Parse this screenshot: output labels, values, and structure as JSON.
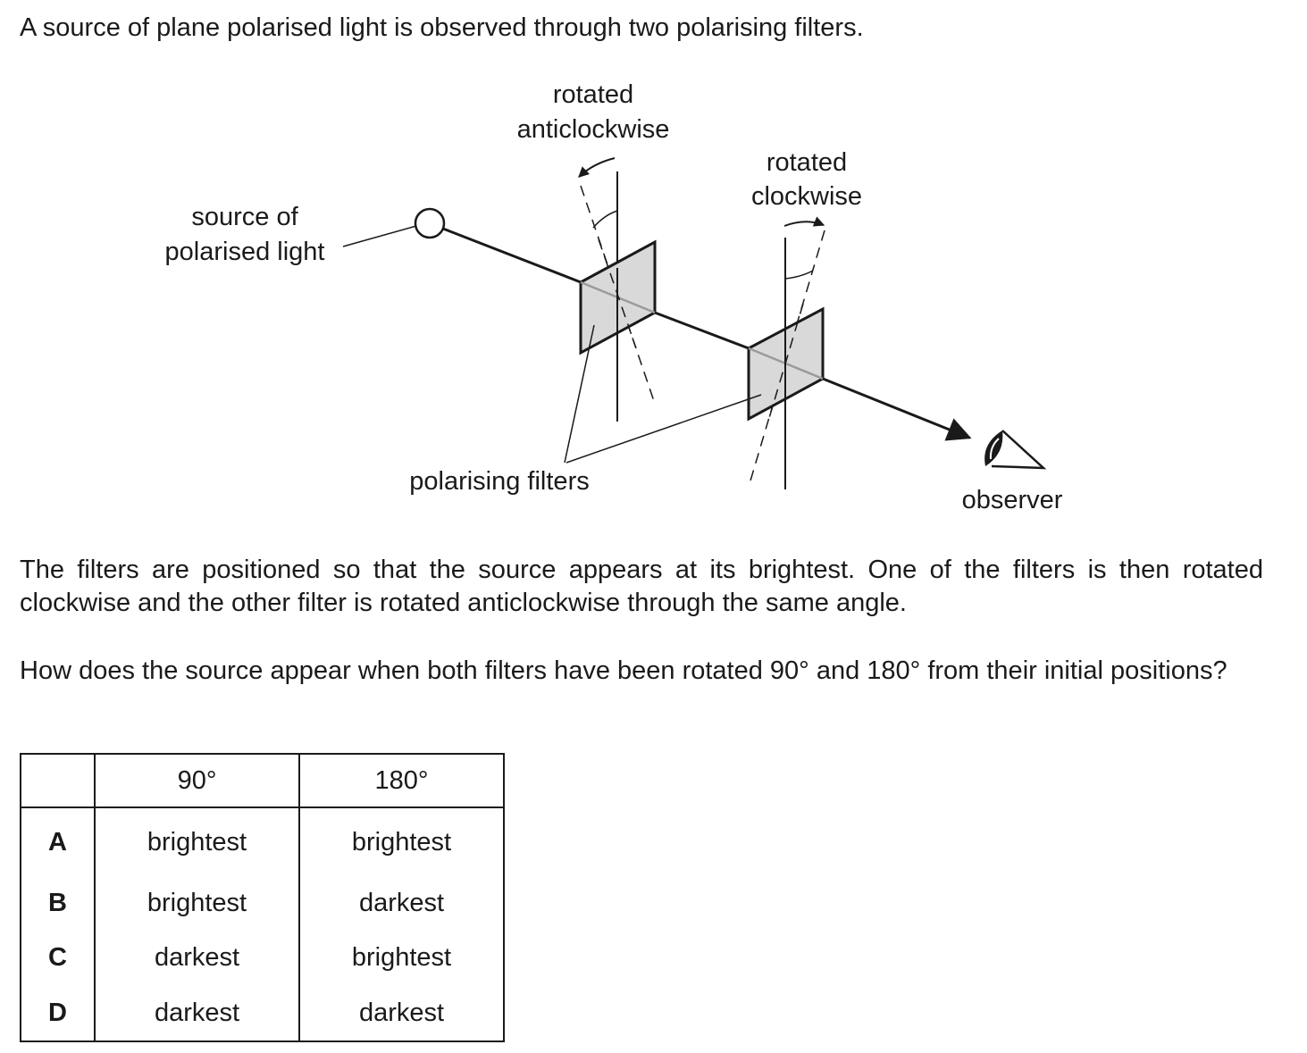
{
  "intro": "A source of plane polarised light is observed through two polarising filters.",
  "diagram": {
    "labels": {
      "rotated_anticlockwise_line1": "rotated",
      "rotated_anticlockwise_line2": "anticlockwise",
      "rotated_clockwise_line1": "rotated",
      "rotated_clockwise_line2": "clockwise",
      "source_line1": "source of",
      "source_line2": "polarised light",
      "filters": "polarising filters",
      "observer": "observer"
    },
    "colors": {
      "filter_fill": "#d9d9d9",
      "ink": "#1a1a1a"
    },
    "icons": [
      "light-source-icon",
      "eye-icon",
      "arrow-icon"
    ]
  },
  "paragraph1": "The filters are positioned so that the source appears at its brightest. One of the filters is then rotated clockwise and the other filter is rotated anticlockwise through the same angle.",
  "paragraph2": "How does the source appear when both filters have been rotated 90° and 180° from their initial positions?",
  "table": {
    "headers": [
      "",
      "90°",
      "180°"
    ],
    "rows": [
      {
        "option": "A",
        "deg90": "brightest",
        "deg180": "brightest"
      },
      {
        "option": "B",
        "deg90": "brightest",
        "deg180": "darkest"
      },
      {
        "option": "C",
        "deg90": "darkest",
        "deg180": "brightest"
      },
      {
        "option": "D",
        "deg90": "darkest",
        "deg180": "darkest"
      }
    ]
  }
}
